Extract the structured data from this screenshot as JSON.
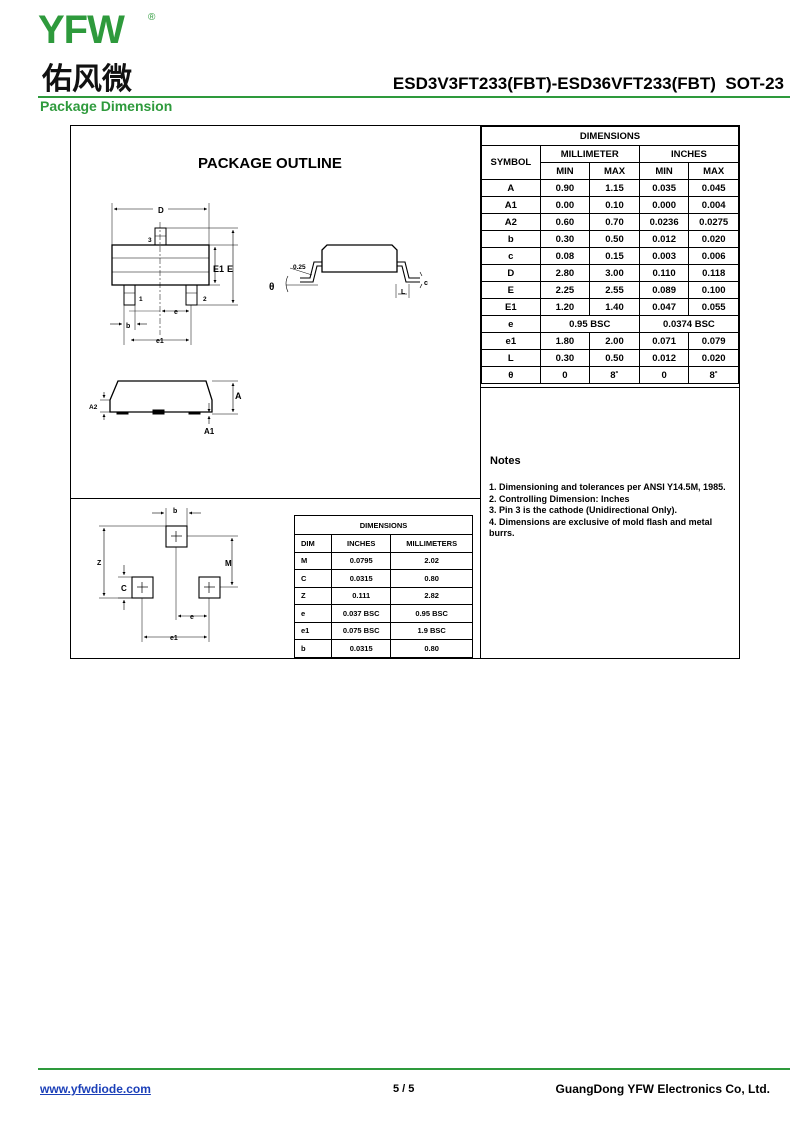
{
  "header": {
    "logo_text": "YFW",
    "logo_cn": "佑风微",
    "logo_reg": "®",
    "title": "ESD3V3FT233(FBT)-ESD36VFT233(FBT)  SOT-23",
    "section": "Package Dimension"
  },
  "outline": {
    "title": "PACKAGE OUTLINE",
    "labels": {
      "D": "D",
      "E1": "E1",
      "E": "E",
      "e": "e",
      "b": "b",
      "e1": "e1",
      "pin1": "1",
      "pin2": "2",
      "pin3": "3",
      "A": "A",
      "A1": "A1",
      "A2": "A2",
      "angle": "0.25",
      "theta": "θ",
      "L": "L",
      "c": "c"
    }
  },
  "dimensions": {
    "title": "DIMENSIONS",
    "symbol_header": "SYMBOL",
    "mm_header": "MILLIMETER",
    "in_header": "INCHES",
    "min": "MIN",
    "max": "MAX",
    "rows": [
      {
        "sym": "A",
        "mm_min": "0.90",
        "mm_max": "1.15",
        "in_min": "0.035",
        "in_max": "0.045"
      },
      {
        "sym": "A1",
        "mm_min": "0.00",
        "mm_max": "0.10",
        "in_min": "0.000",
        "in_max": "0.004"
      },
      {
        "sym": "A2",
        "mm_min": "0.60",
        "mm_max": "0.70",
        "in_min": "0.0236",
        "in_max": "0.0275"
      },
      {
        "sym": "b",
        "mm_min": "0.30",
        "mm_max": "0.50",
        "in_min": "0.012",
        "in_max": "0.020"
      },
      {
        "sym": "c",
        "mm_min": "0.08",
        "mm_max": "0.15",
        "in_min": "0.003",
        "in_max": "0.006"
      },
      {
        "sym": "D",
        "mm_min": "2.80",
        "mm_max": "3.00",
        "in_min": "0.110",
        "in_max": "0.118"
      },
      {
        "sym": "E",
        "mm_min": "2.25",
        "mm_max": "2.55",
        "in_min": "0.089",
        "in_max": "0.100"
      },
      {
        "sym": "E1",
        "mm_min": "1.20",
        "mm_max": "1.40",
        "in_min": "0.047",
        "in_max": "0.055"
      },
      {
        "sym": "e",
        "mm_bsc": "0.95 BSC",
        "in_bsc": "0.0374 BSC"
      },
      {
        "sym": "e1",
        "mm_min": "1.80",
        "mm_max": "2.00",
        "in_min": "0.071",
        "in_max": "0.079"
      },
      {
        "sym": "L",
        "mm_min": "0.30",
        "mm_max": "0.50",
        "in_min": "0.012",
        "in_max": "0.020"
      },
      {
        "sym": "θ",
        "mm_min": "0",
        "mm_max": "8˚",
        "in_min": "0",
        "in_max": "8˚"
      }
    ]
  },
  "notes": {
    "title": "Notes",
    "items": [
      "1. Dimensioning and tolerances per ANSI Y14.5M, 1985.",
      "2. Controlling Dimension: Inches",
      "3. Pin 3 is the cathode (Unidirectional Only).",
      "4. Dimensions are exclusive of mold flash and metal burrs."
    ]
  },
  "footprint": {
    "labels": {
      "b": "b",
      "Z": "Z",
      "M": "M",
      "C": "C",
      "e": "e",
      "e1": "e1"
    },
    "table": {
      "title": "DIMENSIONS",
      "h_dim": "DIM",
      "h_in": "INCHES",
      "h_mm": "MILLIMETERS",
      "rows": [
        {
          "dim": "M",
          "in": "0.0795",
          "mm": "2.02"
        },
        {
          "dim": "C",
          "in": "0.0315",
          "mm": "0.80"
        },
        {
          "dim": "Z",
          "in": "0.111",
          "mm": "2.82"
        },
        {
          "dim": "e",
          "in": "0.037 BSC",
          "mm": "0.95 BSC"
        },
        {
          "dim": "e1",
          "in": "0.075 BSC",
          "mm": "1.9 BSC"
        },
        {
          "dim": "b",
          "in": "0.0315",
          "mm": "0.80"
        }
      ]
    }
  },
  "footer": {
    "url": "www.yfwdiode.com",
    "page": "5 / 5",
    "company": "GuangDong YFW Electronics Co, Ltd."
  }
}
